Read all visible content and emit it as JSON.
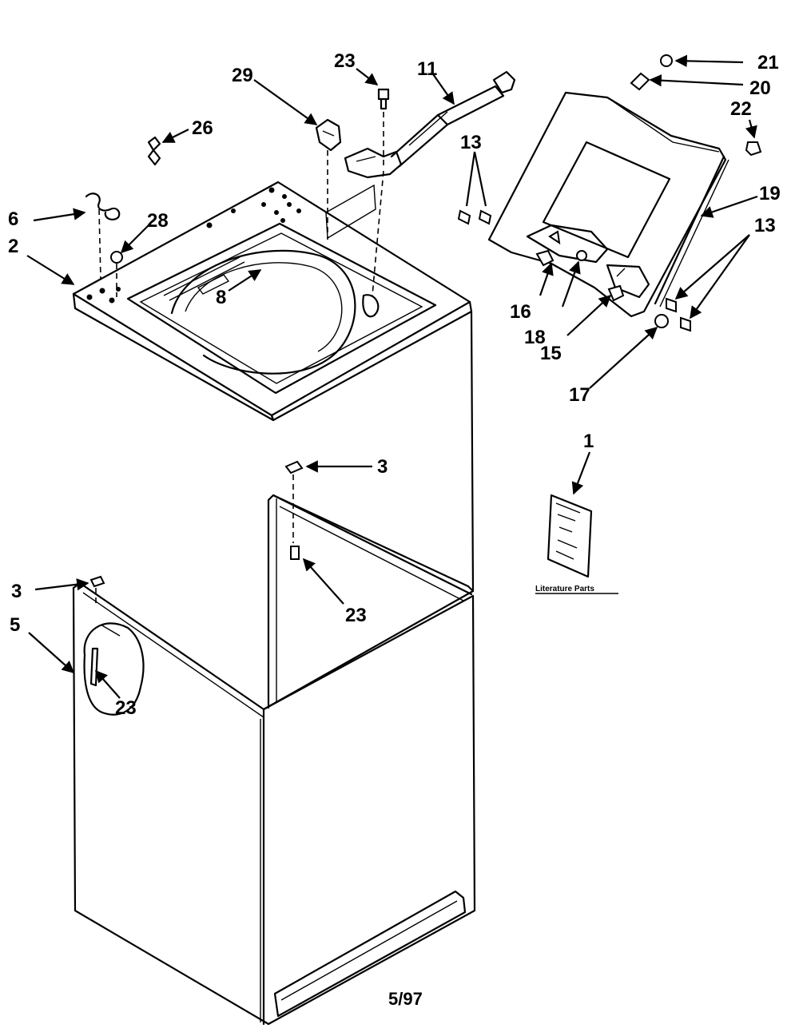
{
  "diagram": {
    "callouts": {
      "c21": "21",
      "c20": "20",
      "c22": "22",
      "c19": "19",
      "c13a": "13",
      "c13b": "13",
      "c16": "16",
      "c18": "18",
      "c15": "15",
      "c17": "17",
      "c23a": "23",
      "c11": "11",
      "c29": "29",
      "c26": "26",
      "c6": "6",
      "c28": "28",
      "c2": "2",
      "c8": "8",
      "c3a": "3",
      "c3b": "3",
      "c5": "5",
      "c23b": "23",
      "c23c": "23",
      "c1": "1"
    },
    "literature_label": "Literature Parts",
    "footer_code": "5/97"
  }
}
